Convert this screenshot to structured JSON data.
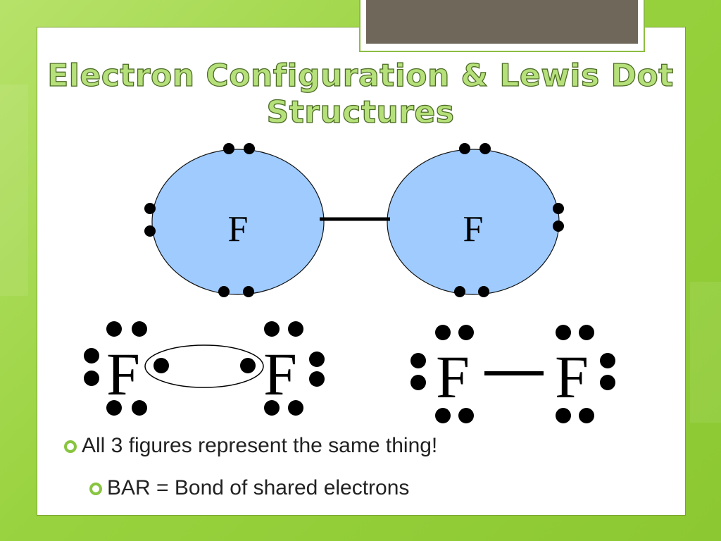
{
  "title_line1": "Electron Configuration & Lewis Dot",
  "title_line2": "Structures",
  "atoms": {
    "top_left": "F",
    "top_right": "F",
    "mid_left_1": "F",
    "mid_left_2": "F",
    "mid_right_1": "F",
    "mid_right_2": "F"
  },
  "bullets": {
    "main": "All 3 figures represent the same thing!",
    "sub": "BAR = Bond of shared electrons"
  },
  "colors": {
    "circle_fill": "#9fcbff",
    "bullet_icon": "#88c540",
    "title_fill": "#b6e07a"
  }
}
